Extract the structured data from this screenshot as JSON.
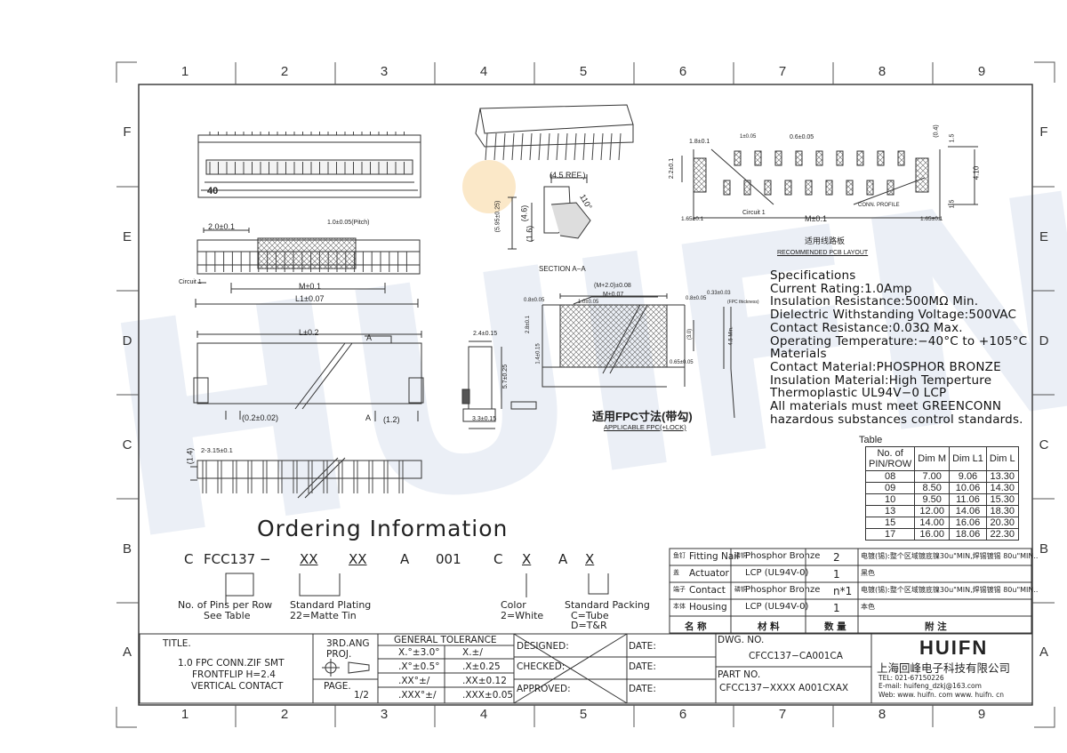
{
  "zones": {
    "columns": [
      "1",
      "2",
      "3",
      "4",
      "5",
      "6",
      "7",
      "8",
      "9"
    ],
    "rows": [
      "F",
      "E",
      "D",
      "C",
      "B",
      "A"
    ]
  },
  "watermark": "HUIFN",
  "specifications": {
    "heading": "Specifications",
    "lines": [
      "Current Rating:1.0Amp",
      "Insulation Resistance:500MΩ Min.",
      "Dielectric Withstanding Voltage:500VAC",
      "Contact Resistance:0.03Ω Max.",
      "Operating Temperature:−40°C to +105°C",
      "Materials",
      "Contact Material:PHOSPHOR BRONZE",
      "Insulation Material:High Temperture",
      "Thermoplastic UL94V−0 LCP",
      "All materials must meet GREENCONN",
      "hazardous substances control standards."
    ]
  },
  "dim_table": {
    "label": "Table",
    "headers": [
      "No. of PIN/ROW",
      "Dim M",
      "Dim L1",
      "Dim L"
    ],
    "rows": [
      [
        "08",
        "7.00",
        "9.06",
        "13.30"
      ],
      [
        "09",
        "8.50",
        "10.06",
        "14.30"
      ],
      [
        "10",
        "9.50",
        "11.06",
        "15.30"
      ],
      [
        "13",
        "12.00",
        "14.06",
        "18.30"
      ],
      [
        "15",
        "14.00",
        "16.06",
        "20.30"
      ],
      [
        "17",
        "16.00",
        "18.06",
        "22.30"
      ]
    ]
  },
  "ordering": {
    "title": "Ordering Information",
    "code_parts": [
      "C",
      "FCC137",
      "−",
      "XX",
      "XX",
      "A",
      "001",
      "C",
      "X",
      "A",
      "X"
    ],
    "notes": {
      "pins_1": "No. of Pins per Row",
      "pins_2": "See Table",
      "plating_1": "Standard Plating",
      "plating_2": "22=Matte Tin",
      "color_1": "Color",
      "color_2": "2=White",
      "packing_1": "Standard Packing",
      "packing_2": "C=Tube",
      "packing_3": "D=T&R"
    }
  },
  "bom": {
    "rows": [
      {
        "part": "Fitting Nail",
        "part_cn": "鱼钉",
        "material": "Phosphor Bronze",
        "material_cn": "磷铜",
        "qty": "2",
        "note": "电镀(锡):整个区域镀底镍30u\"MIN,焊锡镀锡 80u\"MIN.."
      },
      {
        "part": "Actuator",
        "part_cn": "盖",
        "material": "LCP (UL94V-0)",
        "material_cn": "",
        "qty": "1",
        "note": "黑色"
      },
      {
        "part": "Contact",
        "part_cn": "端子",
        "material": "Phosphor Bronze",
        "material_cn": "磷铜",
        "qty": "n*1",
        "note": "电镀(锡):整个区域镀底镍30u\"MIN,焊锡镀锡 80u\"MIN.."
      },
      {
        "part": "Housing",
        "part_cn": "本体",
        "material": "LCP (UL94V-0)",
        "material_cn": "",
        "qty": "1",
        "note": "本色"
      }
    ],
    "header": {
      "name": "名 称",
      "material": "材 料",
      "qty": "数 量",
      "note": "附 注"
    }
  },
  "title_block": {
    "title_label": "TITLE.",
    "title_lines": [
      "1.0 FPC CONN.ZIF SMT",
      "FRONTFLIP H=2.4",
      "VERTICAL CONTACT"
    ],
    "projection_1": "3RD.ANG",
    "projection_2": "PROJ.",
    "page_label": "PAGE.",
    "page_value": "1/2",
    "tolerance_label": "GENERAL TOLERANCE",
    "tolerances": [
      [
        "X.°±3.0°",
        "X.±/"
      ],
      [
        ".X°±0.5°",
        ".X±0.25"
      ],
      [
        ".XX°±/",
        ".XX±0.12"
      ],
      [
        ".XXX°±/",
        ".XXX±0.05"
      ]
    ],
    "designed": "DESIGNED:",
    "checked": "CHECKED:",
    "approved": "APPROVED:",
    "date": "DATE:",
    "dwg_label": "DWG. NO.",
    "dwg_no": "CFCC137−CA001CA",
    "part_label": "PART NO.",
    "part_no": "CFCC137−XXXX A001CXAX",
    "company_logo": "HUIFN",
    "company_cn": "上海回峰电子科技有限公司",
    "tel": "TEL: 021-67150226",
    "email": "E-mail: huifeng_dzkj@163.com",
    "web": "Web: www. huifn. com  www. huifn. cn"
  },
  "drawing_labels": {
    "pin40": "40",
    "dim_2_0": "2.0±0.1",
    "dim_pitch": "1.0±0.05(Pitch)",
    "circuit1": "Circuit 1",
    "dim_m": "M±0.1",
    "dim_l1": "L1±0.07",
    "dim_l": "L±0.2",
    "dim_a": "A",
    "dim_02": "(0.2±0.02)",
    "dim_12": "(1.2)",
    "dim_14": "(1.4)",
    "dim_315": "2-3.15±0.1",
    "ref45": "(4.5 REF.)",
    "dim_595": "(5.95±0.25)",
    "dim_46": "(4.6)",
    "dim_16": "(1.6)",
    "angle": "110°",
    "section": "SECTION A−A",
    "dim_24": "2.4±0.15",
    "dim_57": "5.7±0.25",
    "dim_33": "3.3±0.15",
    "pcb_18": "1.8±0.1",
    "pcb_1": "1±0.05",
    "pcb_06": "0.6±0.05",
    "pcb_04": "(0.4)",
    "pcb_15": "1.5",
    "pcb_410": "4.10",
    "pcb_22": "2.2±0.1",
    "pcb_165": "1.65±0.1",
    "pcb_m": "M±0.1",
    "pcb_circuit": "Circuit 1",
    "pcb_profile": "CONN. PROFILE",
    "pcb_title_cn": "适用线路板",
    "pcb_title": "RECOMMENDED PCB LAYOUT",
    "fpc_m2": "(M+2.0)±0.08",
    "fpc_m": "M±0.07",
    "fpc_08": "0.8±0.05",
    "fpc_10": "1.0±0.05",
    "fpc_28": "2.8±0.1",
    "fpc_14": "1.4±0.15",
    "fpc_30": "(3.0)",
    "fpc_065": "0.65±0.05",
    "fpc_033": "0.33±0.03",
    "fpc_thick": "(FPC thickness)",
    "fpc_45": "4.5 Min.",
    "fpc_title_cn": "适用FPC寸法(带勾)",
    "fpc_title": "APPLICABLE FPC(+LOCK)"
  }
}
